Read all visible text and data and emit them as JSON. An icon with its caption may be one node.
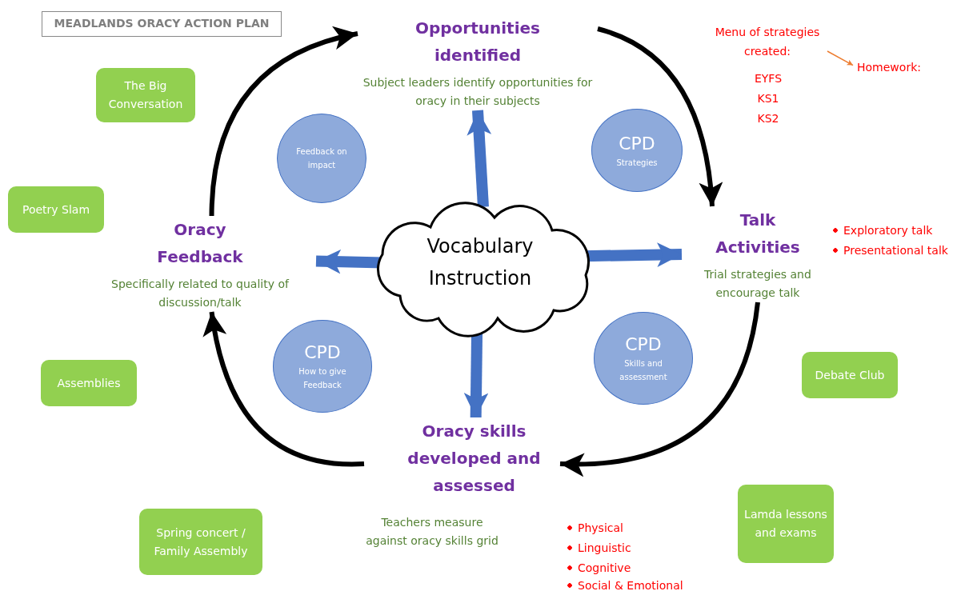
{
  "diagram": {
    "title": "MEADLANDS ORACY ACTION PLAN",
    "nodes": [
      {
        "text": [
          "Vocabulary Instruction"
        ]
      },
      {
        "text": [
          "Opportunities identified",
          "Subject leaders identify opportunities for oracy in their subjects"
        ]
      },
      {
        "text": [
          "Talk Activities",
          "Trial strategies and encourage talk"
        ]
      },
      {
        "text": [
          "Oracy skills developed and assessed",
          "Teachers measure against oracy skills grid"
        ]
      },
      {
        "text": [
          "Oracy Feedback",
          "Specifically related to quality of discussion/talk"
        ]
      },
      {
        "text": [
          "Menu of strategies created:"
        ]
      },
      {
        "text": [
          "Homework:"
        ]
      },
      {
        "text": [
          "CPD",
          "Strategies"
        ]
      },
      {
        "text": [
          "Feedback on impact"
        ]
      },
      {
        "text": [
          "CPD",
          "How to give Feedback"
        ]
      },
      {
        "text": [
          "CPD",
          "Skills and assessment"
        ]
      },
      {
        "text": [
          "The Big Conversation"
        ]
      },
      {
        "text": [
          "Poetry Slam"
        ]
      },
      {
        "text": [
          "Assemblies"
        ]
      },
      {
        "text": [
          "Spring concert / Family Assembly"
        ]
      },
      {
        "text": [
          "Debate Club"
        ]
      },
      {
        "text": [
          "Lamda lessons and exams"
        ]
      }
    ],
    "edges": [
      {
        "from": 0,
        "to": 1,
        "arrow": "to",
        "style": "thick",
        "color": "#4472c4"
      },
      {
        "from": 0,
        "to": 2,
        "arrow": "to",
        "style": "thick",
        "color": "#4472c4"
      },
      {
        "from": 0,
        "to": 3,
        "arrow": "to",
        "style": "thick",
        "color": "#4472c4"
      },
      {
        "from": 0,
        "to": 4,
        "arrow": "to",
        "style": "thick",
        "color": "#4472c4"
      },
      {
        "from": 1,
        "to": 2,
        "arrow": "to",
        "color": "#000000"
      },
      {
        "from": 2,
        "to": 3,
        "arrow": "to",
        "color": "#000000"
      },
      {
        "from": 3,
        "to": 4,
        "arrow": "to",
        "color": "#000000"
      },
      {
        "from": 4,
        "to": 1,
        "arrow": "to",
        "color": "#000000"
      },
      {
        "from": 5,
        "to": 6,
        "arrow": "to",
        "color": "#ed7d31"
      }
    ],
    "labels": [
      "EYFS",
      "KS1",
      "KS2",
      "Exploratory talk",
      "Presentational talk",
      "Physical",
      "Linguistic",
      "Cognitive",
      "Social & Emotional"
    ]
  }
}
